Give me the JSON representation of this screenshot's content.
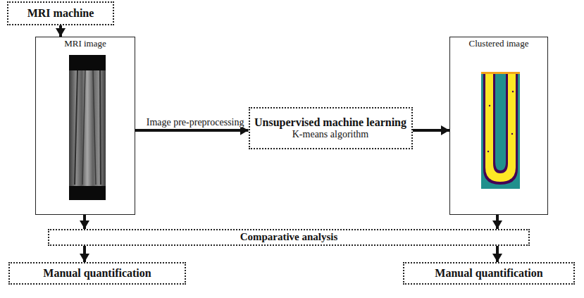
{
  "diagram": {
    "nodes": [
      {
        "text": [
          "MRI machine"
        ]
      },
      {
        "text": [
          "MRI image"
        ]
      },
      {
        "text": [
          "Unsupervised machine learning",
          "K-means algorithm"
        ]
      },
      {
        "text": [
          "Clustered image"
        ]
      },
      {
        "text": [
          "Comparative analysis"
        ]
      },
      {
        "text": [
          "Manual quantification"
        ]
      },
      {
        "text": [
          "Manual quantification"
        ]
      }
    ],
    "edges": [
      {
        "from": 0,
        "to": 1,
        "arrow": "to"
      },
      {
        "from": 1,
        "to": 2,
        "label": "Image pre-preprocessing",
        "arrow": "to"
      },
      {
        "from": 2,
        "to": 3,
        "arrow": "to"
      },
      {
        "from": 1,
        "to": 4,
        "arrow": "to"
      },
      {
        "from": 3,
        "to": 4,
        "arrow": "to"
      },
      {
        "from": 4,
        "to": 5,
        "arrow": "to"
      },
      {
        "from": 4,
        "to": 6,
        "arrow": "to"
      }
    ]
  }
}
